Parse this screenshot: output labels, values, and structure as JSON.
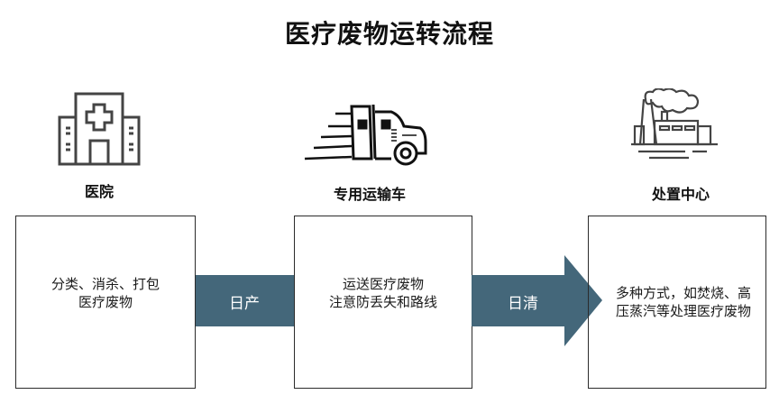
{
  "title": "医疗废物运转流程",
  "colors": {
    "accent": "#44677a",
    "border": "#2b2b2b",
    "icon_stroke": "#444444"
  },
  "stages": [
    {
      "icon": "hospital-icon",
      "label": "医院",
      "text": "分类、消杀、打包\n医疗废物"
    },
    {
      "icon": "truck-icon",
      "label": "专用运输车",
      "text": "运送医疗废物\n注意防丢失和路线"
    },
    {
      "icon": "factory-icon",
      "label": "处置中心",
      "text": "多种方式，如焚烧、高压蒸汽等处理医疗废物"
    }
  ],
  "connectors": [
    {
      "label": "日产"
    },
    {
      "label": "日清"
    }
  ]
}
